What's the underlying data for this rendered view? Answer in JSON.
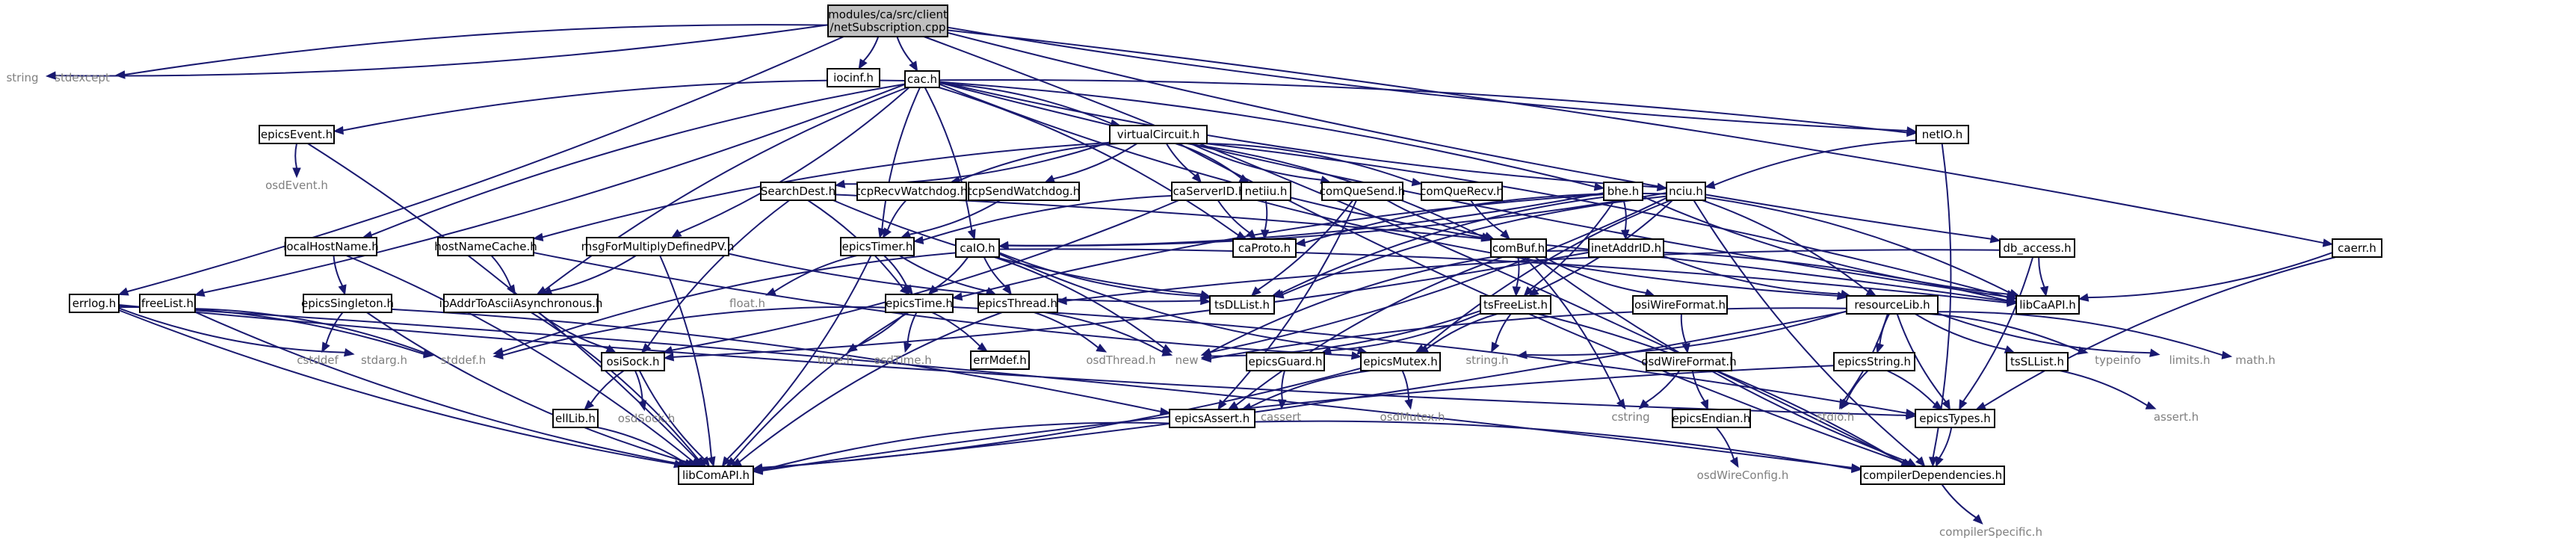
{
  "nodes": [
    {
      "id": "root",
      "label": "modules/ca/src/client\n/netSubscription.cpp",
      "style": "root"
    },
    {
      "id": "string",
      "label": "string",
      "style": "bare"
    },
    {
      "id": "stdexcept",
      "label": "stdexcept",
      "style": "bare"
    },
    {
      "id": "iocinf",
      "label": "iocinf.h",
      "style": "normal"
    },
    {
      "id": "cac",
      "label": "cac.h",
      "style": "normal"
    },
    {
      "id": "errlog",
      "label": "errlog.h",
      "style": "normal"
    },
    {
      "id": "epicsEvent",
      "label": "epicsEvent.h",
      "style": "normal"
    },
    {
      "id": "osdEvent",
      "label": "osdEvent.h",
      "style": "bare"
    },
    {
      "id": "freeList",
      "label": "freeList.h",
      "style": "normal"
    },
    {
      "id": "localHostName",
      "label": "localHostName.h",
      "style": "normal"
    },
    {
      "id": "epicsSingleton",
      "label": "epicsSingleton.h",
      "style": "normal"
    },
    {
      "id": "hostNameCache",
      "label": "hostNameCache.h",
      "style": "normal"
    },
    {
      "id": "msgForMultiply",
      "label": "msgForMultiplyDefinedPV.h",
      "style": "normal"
    },
    {
      "id": "ipAddrToAscii",
      "label": "ipAddrToAsciiAsynchronous.h",
      "style": "normal"
    },
    {
      "id": "osiSock",
      "label": "osiSock.h",
      "style": "normal"
    },
    {
      "id": "ellLib",
      "label": "ellLib.h",
      "style": "normal"
    },
    {
      "id": "osdSock",
      "label": "osdSock.h",
      "style": "bare"
    },
    {
      "id": "cstddef",
      "label": "cstddef",
      "style": "bare"
    },
    {
      "id": "stdarg",
      "label": "stdarg.h",
      "style": "bare"
    },
    {
      "id": "stddef",
      "label": "stddef.h",
      "style": "bare"
    },
    {
      "id": "libComAPI",
      "label": "libComAPI.h",
      "style": "normal"
    },
    {
      "id": "virtualCircuit",
      "label": "virtualCircuit.h",
      "style": "normal"
    },
    {
      "id": "searchDest",
      "label": "SearchDest.h",
      "style": "normal"
    },
    {
      "id": "tcpRecvWatchdog",
      "label": "tcpRecvWatchdog.h",
      "style": "normal"
    },
    {
      "id": "tcpSendWatchdog",
      "label": "tcpSendWatchdog.h",
      "style": "normal"
    },
    {
      "id": "caServerID",
      "label": "caServerID.h",
      "style": "normal"
    },
    {
      "id": "netiiu",
      "label": "netiiu.h",
      "style": "normal"
    },
    {
      "id": "comQueSend",
      "label": "comQueSend.h",
      "style": "normal"
    },
    {
      "id": "comQueRecv",
      "label": "comQueRecv.h",
      "style": "normal"
    },
    {
      "id": "bhe",
      "label": "bhe.h",
      "style": "normal"
    },
    {
      "id": "nciu",
      "label": "nciu.h",
      "style": "normal"
    },
    {
      "id": "netIO",
      "label": "netIO.h",
      "style": "normal"
    },
    {
      "id": "epicsTimer",
      "label": "epicsTimer.h",
      "style": "normal"
    },
    {
      "id": "caIO",
      "label": "caIO.h",
      "style": "normal"
    },
    {
      "id": "caProto",
      "label": "caProto.h",
      "style": "normal"
    },
    {
      "id": "float",
      "label": "float.h",
      "style": "bare"
    },
    {
      "id": "epicsTime",
      "label": "epicsTime.h",
      "style": "normal"
    },
    {
      "id": "epicsThread",
      "label": "epicsThread.h",
      "style": "normal"
    },
    {
      "id": "tsDLList",
      "label": "tsDLList.h",
      "style": "normal"
    },
    {
      "id": "timeh",
      "label": "time.h",
      "style": "bare"
    },
    {
      "id": "osdTime",
      "label": "osdTime.h",
      "style": "bare"
    },
    {
      "id": "errMdef",
      "label": "errMdef.h",
      "style": "normal"
    },
    {
      "id": "osdThread",
      "label": "osdThread.h",
      "style": "bare"
    },
    {
      "id": "new",
      "label": "new",
      "style": "bare"
    },
    {
      "id": "comBuf",
      "label": "comBuf.h",
      "style": "normal"
    },
    {
      "id": "inetAddrID",
      "label": "inetAddrID.h",
      "style": "normal"
    },
    {
      "id": "tsFreeList",
      "label": "tsFreeList.h",
      "style": "normal"
    },
    {
      "id": "epicsGuard",
      "label": "epicsGuard.h",
      "style": "normal"
    },
    {
      "id": "cassert",
      "label": "cassert",
      "style": "bare"
    },
    {
      "id": "epicsMutex",
      "label": "epicsMutex.h",
      "style": "normal"
    },
    {
      "id": "osdMutex",
      "label": "osdMutex.h",
      "style": "bare"
    },
    {
      "id": "epicsAssert",
      "label": "epicsAssert.h",
      "style": "normal"
    },
    {
      "id": "stringh",
      "label": "string.h",
      "style": "bare"
    },
    {
      "id": "osiWireFormat",
      "label": "osiWireFormat.h",
      "style": "normal"
    },
    {
      "id": "osdWireFormat",
      "label": "osdWireFormat.h",
      "style": "normal"
    },
    {
      "id": "cstring",
      "label": "cstring",
      "style": "bare"
    },
    {
      "id": "epicsEndian",
      "label": "epicsEndian.h",
      "style": "normal"
    },
    {
      "id": "osdWireConfig",
      "label": "osdWireConfig.h",
      "style": "bare"
    },
    {
      "id": "resourceLib",
      "label": "resourceLib.h",
      "style": "normal"
    },
    {
      "id": "epicsString",
      "label": "epicsString.h",
      "style": "normal"
    },
    {
      "id": "stdio",
      "label": "stdio.h",
      "style": "bare"
    },
    {
      "id": "tsSLList",
      "label": "tsSLList.h",
      "style": "normal"
    },
    {
      "id": "typeinfo",
      "label": "typeinfo",
      "style": "bare"
    },
    {
      "id": "limits",
      "label": "limits.h",
      "style": "bare"
    },
    {
      "id": "mathh",
      "label": "math.h",
      "style": "bare"
    },
    {
      "id": "dbAccess",
      "label": "db_access.h",
      "style": "normal"
    },
    {
      "id": "caerr",
      "label": "caerr.h",
      "style": "normal"
    },
    {
      "id": "libCaAPI",
      "label": "libCaAPI.h",
      "style": "normal"
    },
    {
      "id": "assert",
      "label": "assert.h",
      "style": "bare"
    },
    {
      "id": "epicsTypes",
      "label": "epicsTypes.h",
      "style": "normal"
    },
    {
      "id": "compilerDep",
      "label": "compilerDependencies.h",
      "style": "normal"
    },
    {
      "id": "compilerSpecific",
      "label": "compilerSpecific.h",
      "style": "bare"
    }
  ],
  "edges": [
    [
      "root",
      "string"
    ],
    [
      "root",
      "stdexcept"
    ],
    [
      "root",
      "iocinf"
    ],
    [
      "root",
      "cac"
    ],
    [
      "root",
      "errlog"
    ],
    [
      "root",
      "dbAccess"
    ],
    [
      "root",
      "caerr"
    ],
    [
      "root",
      "netIO"
    ],
    [
      "root",
      "compilerDep"
    ],
    [
      "cac",
      "epicsEvent"
    ],
    [
      "cac",
      "freeList"
    ],
    [
      "cac",
      "localHostName"
    ],
    [
      "cac",
      "msgForMultiply"
    ],
    [
      "cac",
      "ipAddrToAscii"
    ],
    [
      "cac",
      "virtualCircuit"
    ],
    [
      "cac",
      "epicsTimer"
    ],
    [
      "cac",
      "caIO"
    ],
    [
      "cac",
      "comBuf"
    ],
    [
      "cac",
      "bhe"
    ],
    [
      "cac",
      "nciu"
    ],
    [
      "cac",
      "netIO"
    ],
    [
      "cac",
      "libCaAPI"
    ],
    [
      "cac",
      "caProto"
    ],
    [
      "epicsEvent",
      "osdEvent"
    ],
    [
      "epicsEvent",
      "libComAPI"
    ],
    [
      "freeList",
      "libComAPI"
    ],
    [
      "freeList",
      "stddef"
    ],
    [
      "localHostName",
      "epicsSingleton"
    ],
    [
      "localHostName",
      "libComAPI"
    ],
    [
      "epicsSingleton",
      "cstddef"
    ],
    [
      "epicsSingleton",
      "epicsAssert"
    ],
    [
      "epicsSingleton",
      "libComAPI"
    ],
    [
      "hostNameCache",
      "ipAddrToAscii"
    ],
    [
      "hostNameCache",
      "epicsMutex"
    ],
    [
      "msgForMultiply",
      "ipAddrToAscii"
    ],
    [
      "msgForMultiply",
      "tsDLList"
    ],
    [
      "msgForMultiply",
      "libComAPI"
    ],
    [
      "ipAddrToAscii",
      "osiSock"
    ],
    [
      "ipAddrToAscii",
      "libComAPI"
    ],
    [
      "osiSock",
      "ellLib"
    ],
    [
      "osiSock",
      "osdSock"
    ],
    [
      "osiSock",
      "libComAPI"
    ],
    [
      "ellLib",
      "libComAPI"
    ],
    [
      "errlog",
      "stdarg"
    ],
    [
      "errlog",
      "stddef"
    ],
    [
      "errlog",
      "libComAPI"
    ],
    [
      "errlog",
      "compilerDep"
    ],
    [
      "errlog",
      "epicsTypes"
    ],
    [
      "virtualCircuit",
      "searchDest"
    ],
    [
      "virtualCircuit",
      "tcpRecvWatchdog"
    ],
    [
      "virtualCircuit",
      "tcpSendWatchdog"
    ],
    [
      "virtualCircuit",
      "caServerID"
    ],
    [
      "virtualCircuit",
      "netiiu"
    ],
    [
      "virtualCircuit",
      "comQueSend"
    ],
    [
      "virtualCircuit",
      "comQueRecv"
    ],
    [
      "virtualCircuit",
      "hostNameCache"
    ],
    [
      "virtualCircuit",
      "libCaAPI"
    ],
    [
      "virtualCircuit",
      "compilerDep"
    ],
    [
      "virtualCircuit",
      "comBuf"
    ],
    [
      "searchDest",
      "osiSock"
    ],
    [
      "searchDest",
      "epicsTime"
    ],
    [
      "searchDest",
      "tsDLList"
    ],
    [
      "searchDest",
      "libCaAPI"
    ],
    [
      "tcpRecvWatchdog",
      "epicsTimer"
    ],
    [
      "tcpSendWatchdog",
      "epicsTimer"
    ],
    [
      "caServerID",
      "caProto"
    ],
    [
      "caServerID",
      "osiSock"
    ],
    [
      "caServerID",
      "resourceLib"
    ],
    [
      "netiiu",
      "caProto"
    ],
    [
      "netiiu",
      "epicsTimer"
    ],
    [
      "comQueSend",
      "tsDLList"
    ],
    [
      "comQueSend",
      "comBuf"
    ],
    [
      "comQueSend",
      "epicsAssert"
    ],
    [
      "comQueRecv",
      "comBuf"
    ],
    [
      "bhe",
      "caIO"
    ],
    [
      "bhe",
      "tsDLList"
    ],
    [
      "bhe",
      "inetAddrID"
    ],
    [
      "bhe",
      "libCaAPI"
    ],
    [
      "bhe",
      "tsFreeList"
    ],
    [
      "bhe",
      "epicsTime"
    ],
    [
      "nciu",
      "caIO"
    ],
    [
      "nciu",
      "caProto"
    ],
    [
      "nciu",
      "resourceLib"
    ],
    [
      "nciu",
      "tsDLList"
    ],
    [
      "nciu",
      "tsFreeList"
    ],
    [
      "nciu",
      "epicsMutex"
    ],
    [
      "nciu",
      "libCaAPI"
    ],
    [
      "nciu",
      "compilerDep"
    ],
    [
      "nciu",
      "new"
    ],
    [
      "netIO",
      "nciu"
    ],
    [
      "netIO",
      "compilerDep"
    ],
    [
      "epicsTimer",
      "float"
    ],
    [
      "epicsTimer",
      "epicsTime"
    ],
    [
      "epicsTimer",
      "epicsThread"
    ],
    [
      "epicsTimer",
      "libComAPI"
    ],
    [
      "caIO",
      "tsDLList"
    ],
    [
      "caIO",
      "epicsTime"
    ],
    [
      "caIO",
      "epicsThread"
    ],
    [
      "caIO",
      "new"
    ],
    [
      "caIO",
      "epicsMutex"
    ],
    [
      "caIO",
      "libCaAPI"
    ],
    [
      "caIO",
      "stddef"
    ],
    [
      "epicsTime",
      "timeh"
    ],
    [
      "epicsTime",
      "osdTime"
    ],
    [
      "epicsTime",
      "errMdef"
    ],
    [
      "epicsTime",
      "libComAPI"
    ],
    [
      "epicsTime",
      "epicsTypes"
    ],
    [
      "epicsTime",
      "stddef"
    ],
    [
      "epicsThread",
      "osdThread"
    ],
    [
      "epicsThread",
      "libComAPI"
    ],
    [
      "epicsThread",
      "new"
    ],
    [
      "comBuf",
      "new"
    ],
    [
      "comBuf",
      "tsFreeList"
    ],
    [
      "comBuf",
      "osiWireFormat"
    ],
    [
      "comBuf",
      "cstring"
    ],
    [
      "comBuf",
      "epicsAssert"
    ],
    [
      "comBuf",
      "libCaAPI"
    ],
    [
      "comBuf",
      "compilerDep"
    ],
    [
      "inetAddrID",
      "osiSock"
    ],
    [
      "inetAddrID",
      "resourceLib"
    ],
    [
      "tsFreeList",
      "new"
    ],
    [
      "tsFreeList",
      "epicsMutex"
    ],
    [
      "tsFreeList",
      "epicsGuard"
    ],
    [
      "tsFreeList",
      "stringh"
    ],
    [
      "tsFreeList",
      "compilerDep"
    ],
    [
      "epicsGuard",
      "cassert"
    ],
    [
      "epicsMutex",
      "osdMutex"
    ],
    [
      "epicsMutex",
      "epicsAssert"
    ],
    [
      "epicsMutex",
      "libComAPI"
    ],
    [
      "epicsAssert",
      "libComAPI"
    ],
    [
      "epicsAssert",
      "compilerDep"
    ],
    [
      "osiWireFormat",
      "osdWireFormat"
    ],
    [
      "osdWireFormat",
      "cstring"
    ],
    [
      "osdWireFormat",
      "epicsEndian"
    ],
    [
      "epicsEndian",
      "osdWireConfig"
    ],
    [
      "resourceLib",
      "new"
    ],
    [
      "resourceLib",
      "stringh"
    ],
    [
      "resourceLib",
      "epicsString"
    ],
    [
      "resourceLib",
      "stdio"
    ],
    [
      "resourceLib",
      "tsSLList"
    ],
    [
      "resourceLib",
      "typeinfo"
    ],
    [
      "resourceLib",
      "limits"
    ],
    [
      "resourceLib",
      "mathh"
    ],
    [
      "resourceLib",
      "epicsTypes"
    ],
    [
      "resourceLib",
      "libComAPI"
    ],
    [
      "epicsString",
      "stdio"
    ],
    [
      "epicsString",
      "epicsTypes"
    ],
    [
      "epicsString",
      "libComAPI"
    ],
    [
      "tsSLList",
      "assert"
    ],
    [
      "dbAccess",
      "libCaAPI"
    ],
    [
      "dbAccess",
      "epicsTypes"
    ],
    [
      "dbAccess",
      "epicsThread"
    ],
    [
      "caerr",
      "libCaAPI"
    ],
    [
      "caerr",
      "epicsTypes"
    ],
    [
      "epicsTypes",
      "compilerDep"
    ],
    [
      "compilerDep",
      "compilerSpecific"
    ]
  ]
}
